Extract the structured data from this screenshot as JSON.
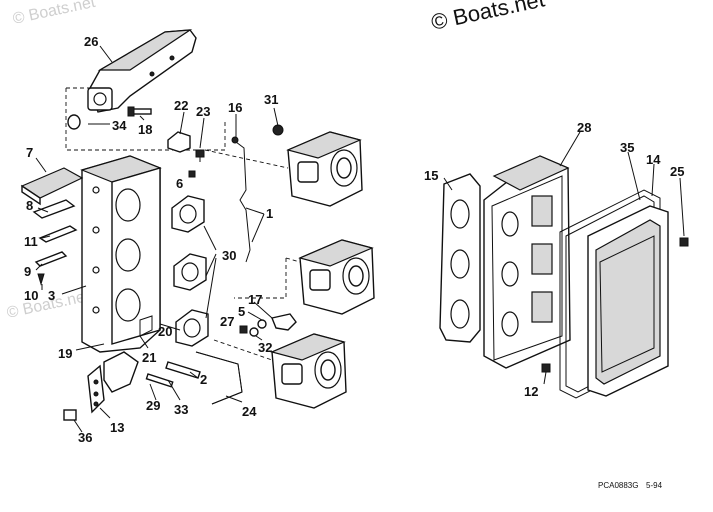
{
  "watermark": {
    "main": "© Boats.net",
    "faint": "© Boats.net"
  },
  "drawing_code": "PCA0883G",
  "drawing_date": "5-94",
  "callouts": {
    "c1": "1",
    "c2": "2",
    "c3": "3",
    "c5": "5",
    "c6": "6",
    "c7": "7",
    "c8": "8",
    "c9": "9",
    "c10": "10",
    "c11": "11",
    "c12": "12",
    "c13": "13",
    "c14": "14",
    "c15": "15",
    "c16": "16",
    "c17": "17",
    "c18": "18",
    "c19": "19",
    "c20": "20",
    "c21": "21",
    "c22": "22",
    "c23": "23",
    "c24": "24",
    "c25": "25",
    "c26": "26",
    "c27": "27",
    "c28": "28",
    "c29": "29",
    "c30": "30",
    "c31": "31",
    "c32": "32",
    "c33": "33",
    "c34": "34",
    "c35": "35",
    "c36": "36"
  }
}
